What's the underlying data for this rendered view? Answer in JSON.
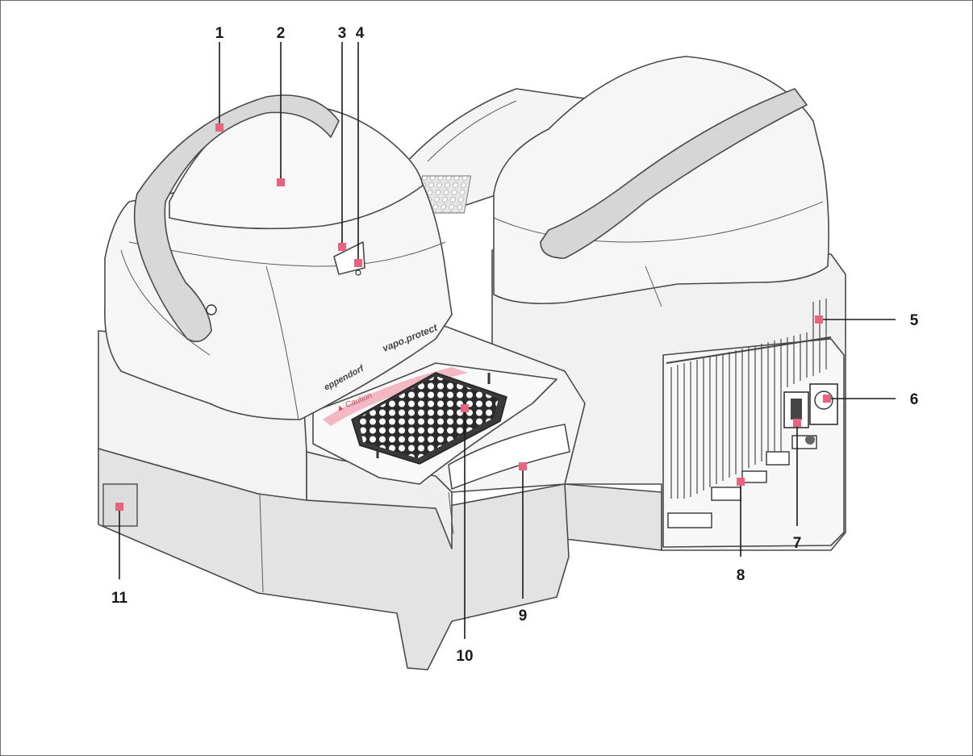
{
  "figure": {
    "callouts": [
      {
        "id": "1"
      },
      {
        "id": "2"
      },
      {
        "id": "3"
      },
      {
        "id": "4"
      },
      {
        "id": "5"
      },
      {
        "id": "6"
      },
      {
        "id": "7"
      },
      {
        "id": "8"
      },
      {
        "id": "9"
      },
      {
        "id": "10"
      },
      {
        "id": "11"
      }
    ],
    "callout_labels": [
      "1",
      "2",
      "3",
      "4",
      "5",
      "6",
      "7",
      "8",
      "9",
      "10",
      "11"
    ],
    "device_text": {
      "brand": "eppendorf",
      "lid_label": "vapo.protect",
      "warning_label": "▲ Caution"
    },
    "colors": {
      "marker": "#e8637f",
      "outline": "#4a4a4a",
      "body_fill": "#f2f2f2",
      "shade_fill": "#e2e2e2",
      "block_fill": "#2b2b2b"
    }
  }
}
